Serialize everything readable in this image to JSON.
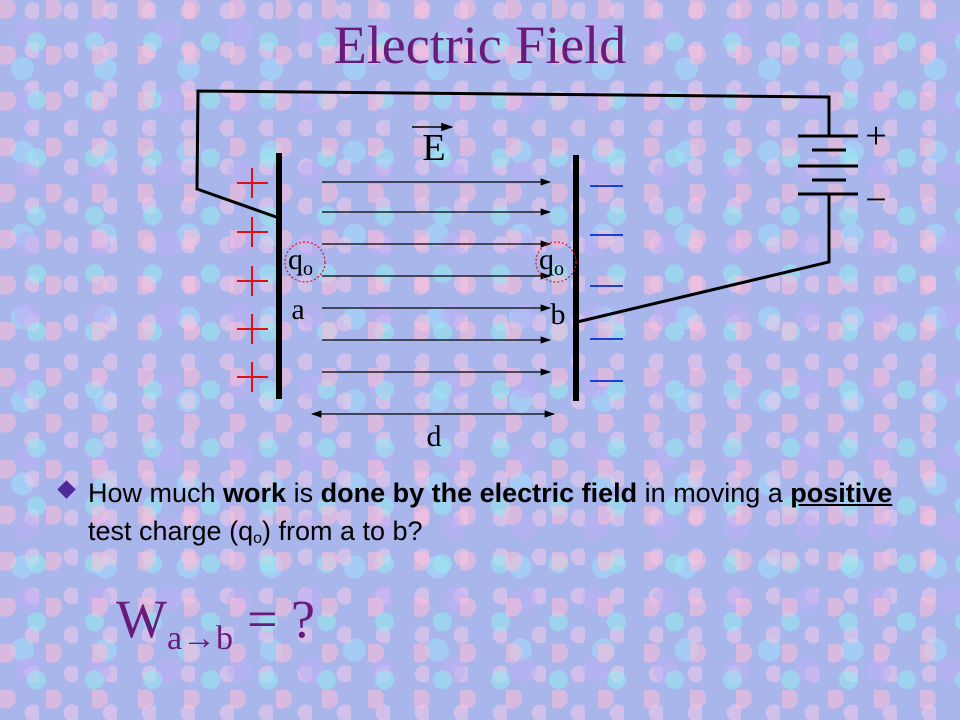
{
  "slide": {
    "title": "Electric Field"
  },
  "diagram": {
    "field_label": "E",
    "charge_label": "q",
    "charge_subscript": "o",
    "point_a": "a",
    "point_b": "b",
    "distance_label": "d",
    "battery_plus": "+",
    "battery_minus": "−"
  },
  "question": {
    "t1": "How much ",
    "t2": "work",
    "t3": " is ",
    "t4": "done by the electric field",
    "t5": " in moving a ",
    "t6": "positive",
    "t7": " test charge (q",
    "t8": "o",
    "t9": ")  from a to b?"
  },
  "formula": {
    "w": "W",
    "subscript": "a→b",
    "rhs": "= ?"
  },
  "colors": {
    "title": "#6a1b7a",
    "plus_signs": "#e01010",
    "minus_signs": "#1c3fd8",
    "plates": "#000000",
    "bullet": "#4d2a9a"
  }
}
